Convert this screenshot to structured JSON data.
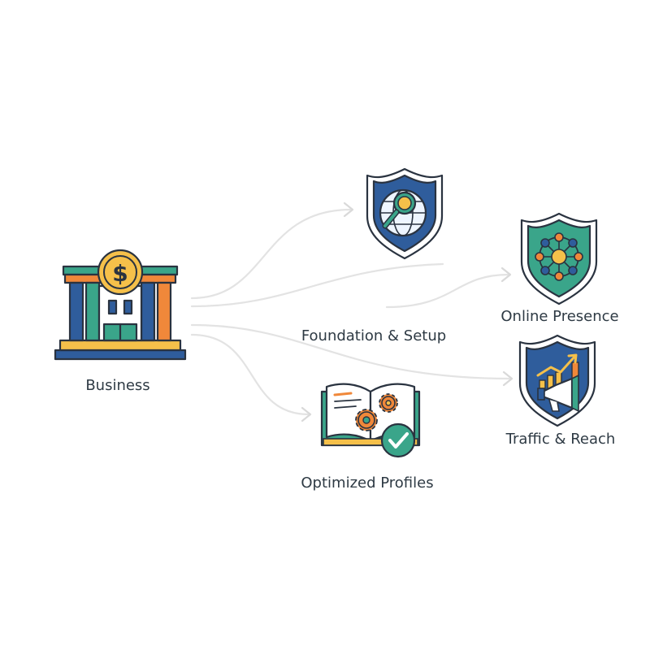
{
  "labels": {
    "business": "Business",
    "foundation": "Foundation & Setup",
    "optimized": "Optimized Profiles",
    "online": "Online Presence",
    "traffic": "Traffic & Reach"
  },
  "icons": {
    "business": "bank-building-dollar-icon",
    "foundation": "shield-globe-search-icon",
    "optimized": "open-book-gears-check-icon",
    "online": "shield-network-icon",
    "traffic": "shield-megaphone-growth-icon"
  },
  "colors": {
    "navy": "#2f5d9c",
    "teal": "#3aa58a",
    "orange": "#f0883a",
    "gold": "#f5c04a",
    "outline": "#2a3340",
    "arrow": "#e0e0e0",
    "text": "#2e3a44"
  }
}
